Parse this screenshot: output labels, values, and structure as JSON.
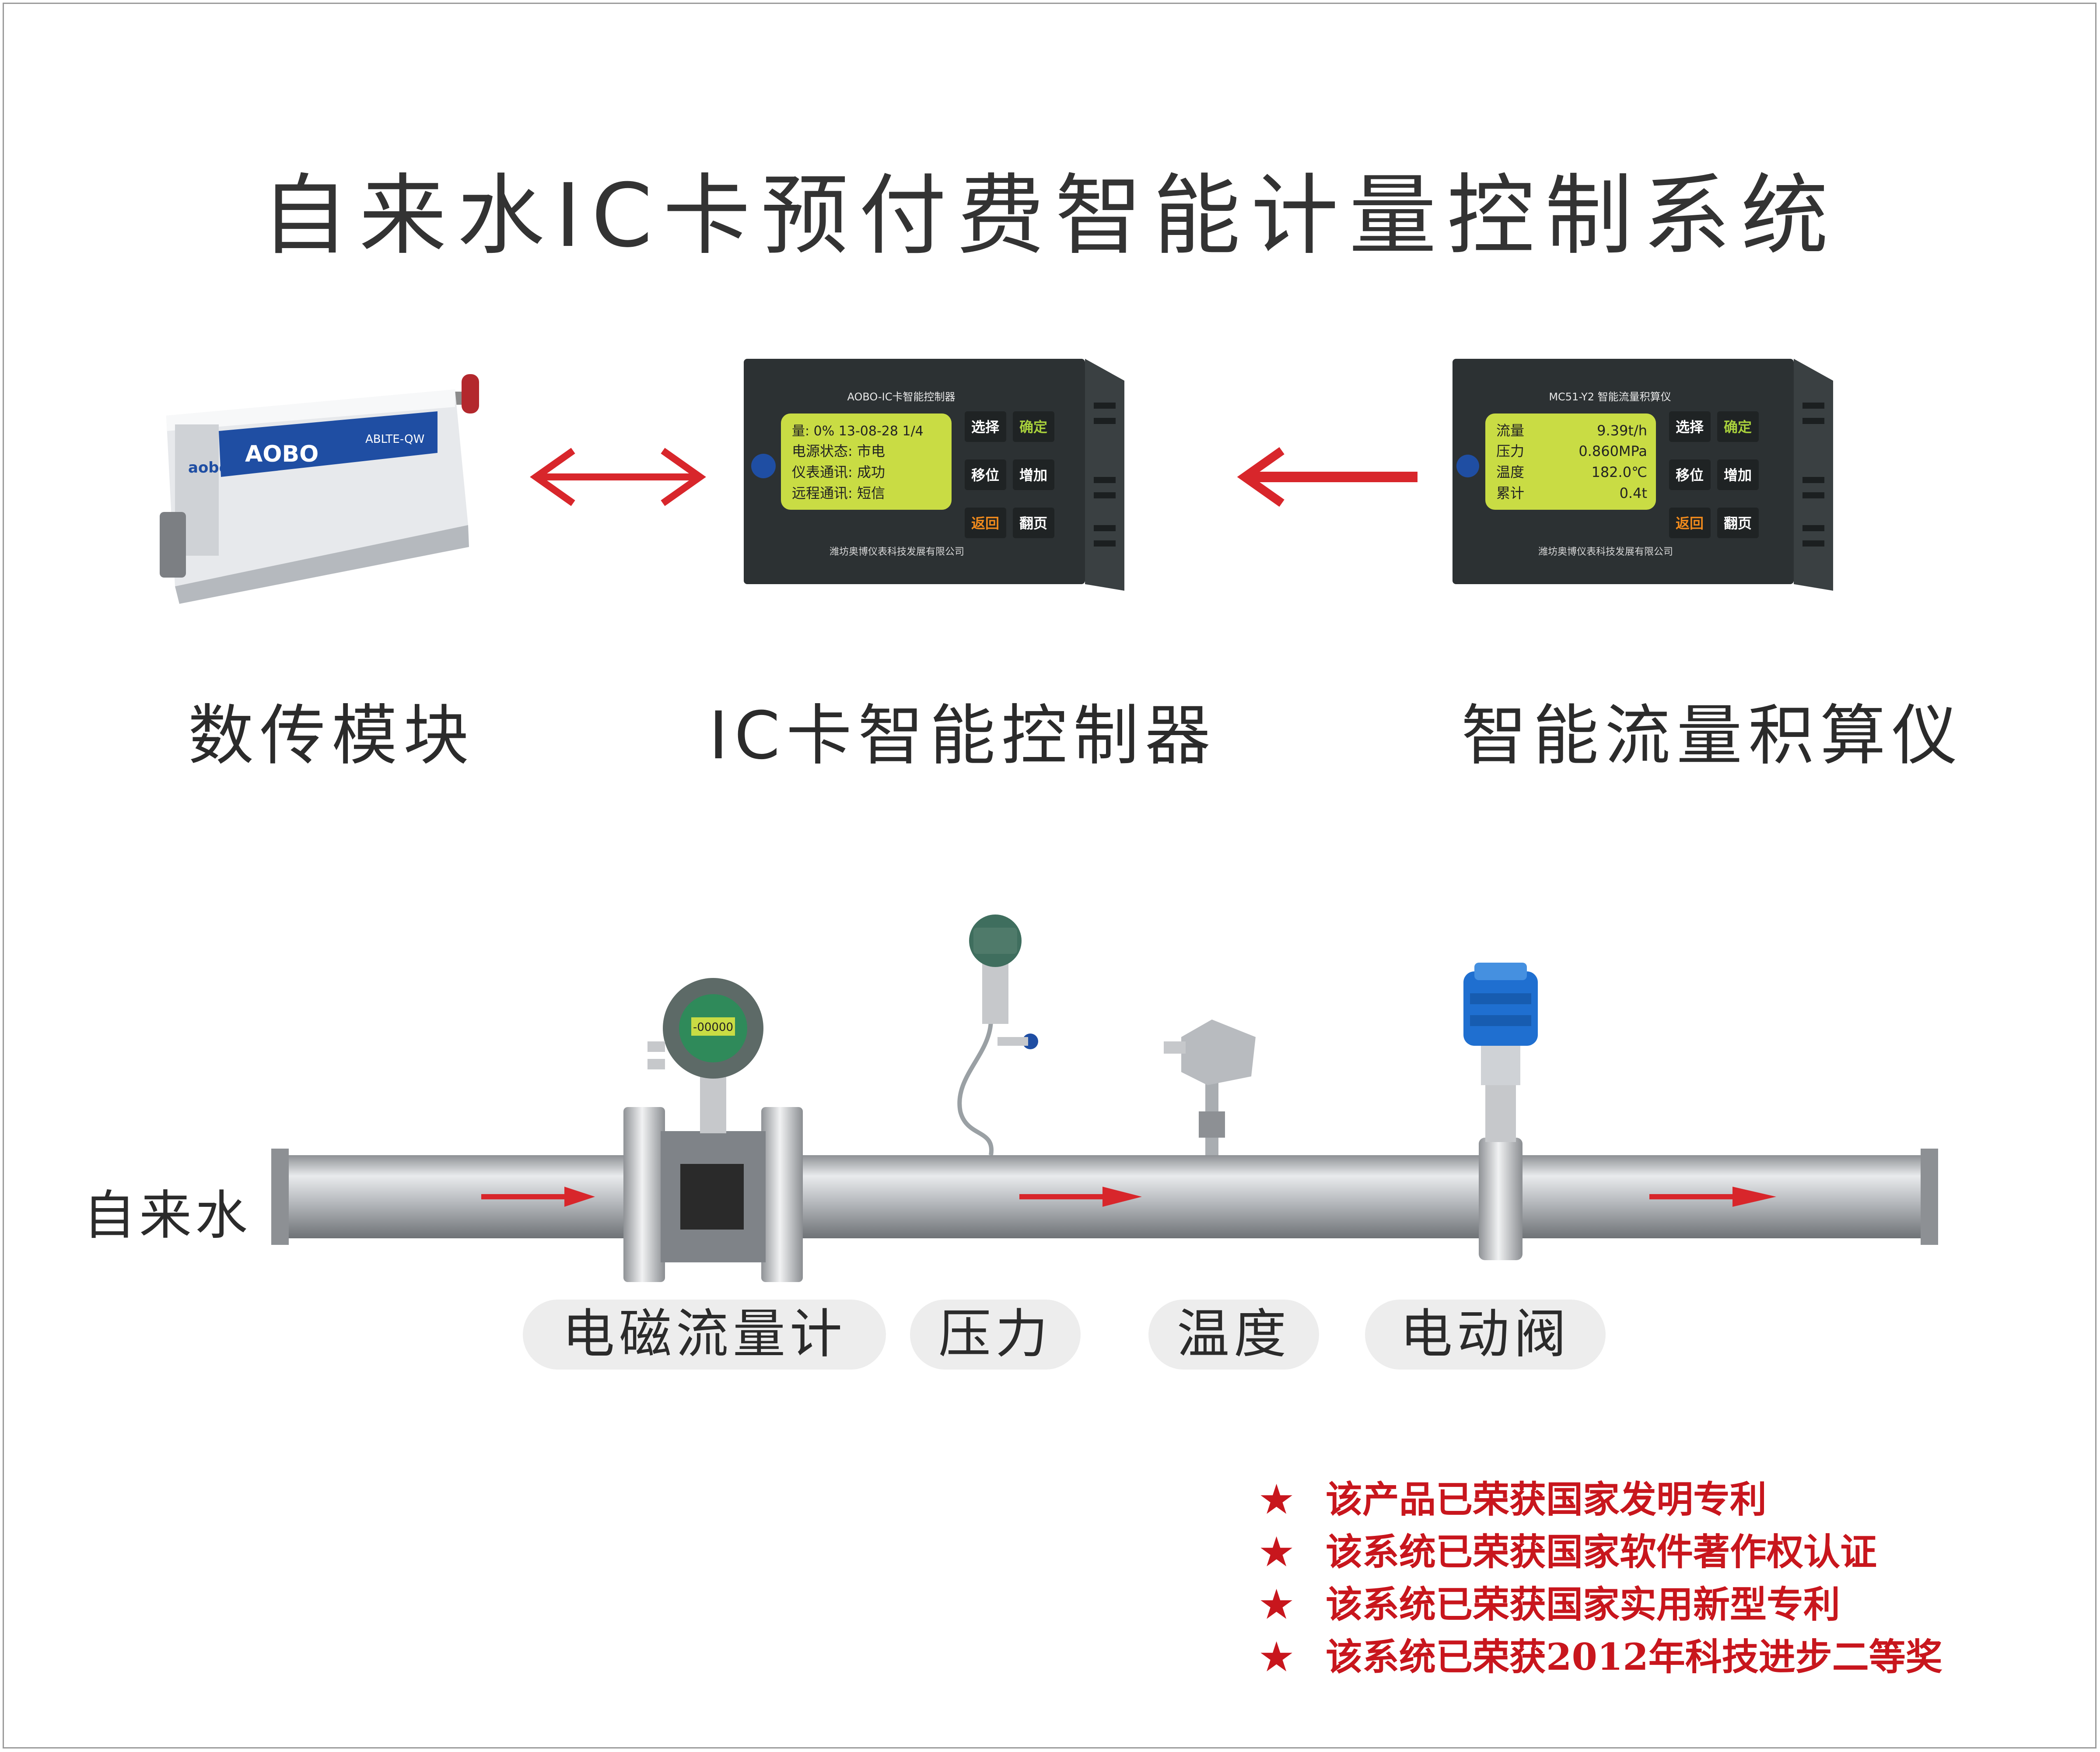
{
  "title": "自来水IC卡预付费智能计量控制系统",
  "devices": {
    "modem": {
      "label": "数传模块",
      "brand": "AOBO",
      "logo_text": "aobo",
      "model": "ABLTE-QW"
    },
    "controller": {
      "label": "IC卡智能控制器",
      "panel_title": "AOBO-IC卡智能控制器",
      "company": "潍坊奥博仪表科技发展有限公司",
      "screen_lines": [
        "量: 0%    13-08-28 1/4",
        "电源状态: 市电",
        "仪表通讯: 成功",
        "远程通讯: 短信"
      ],
      "buttons": [
        "选择",
        "确定",
        "移位",
        "增加",
        "返回",
        "翻页"
      ]
    },
    "totalizer": {
      "label": "智能流量积算仪",
      "panel_title": "MC51-Y2 智能流量积算仪",
      "company": "潍坊奥博仪表科技发展有限公司",
      "screen_lines": [
        {
          "name": "流量",
          "value": "9.39t/h"
        },
        {
          "name": "压力",
          "value": "0.860MPa"
        },
        {
          "name": "温度",
          "value": "182.0℃"
        },
        {
          "name": "累计",
          "value": "0.4t"
        }
      ],
      "buttons": [
        "选择",
        "确定",
        "移位",
        "增加",
        "返回",
        "翻页"
      ]
    }
  },
  "pipeline": {
    "inlet_label": "自来水",
    "flowmeter_display": "-00000",
    "components": [
      "电磁流量计",
      "压力",
      "温度",
      "电动阀"
    ]
  },
  "awards": [
    "该产品已荣获国家发明专利",
    "该系统已荣获国家软件著作权认证",
    "该系统已荣获国家实用新型专利",
    "该系统已荣获2012年科技进步二等奖"
  ],
  "colors": {
    "arrow": "#d8262b",
    "award_text": "#c8161d",
    "lcd": "#c9dc44",
    "panel": "#2c3133"
  }
}
